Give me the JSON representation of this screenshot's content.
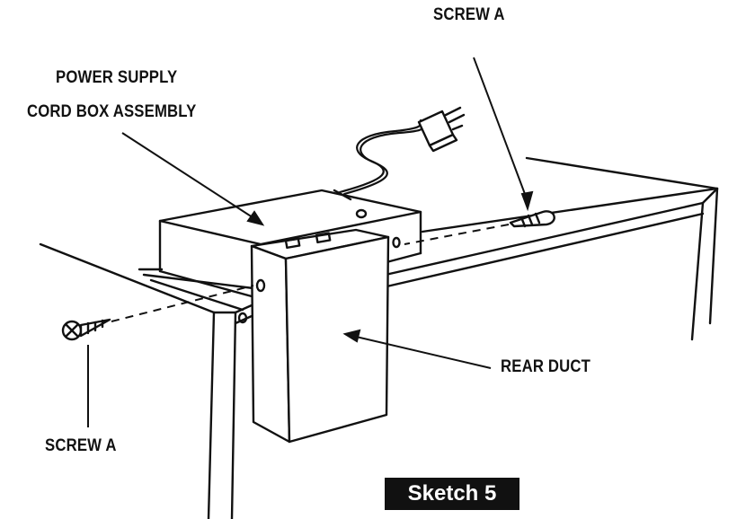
{
  "labels": {
    "screw_a_top": "SCREW A",
    "power_supply_line1": "POWER SUPPLY",
    "power_supply_line2": "CORD BOX ASSEMBLY",
    "rear_duct": "REAR DUCT",
    "screw_a_bottom": "SCREW A"
  },
  "sketch_badge": "Sketch 5",
  "colors": {
    "ink": "#111111",
    "paper": "#ffffff",
    "badge_bg": "#111111",
    "badge_text": "#ffffff"
  }
}
